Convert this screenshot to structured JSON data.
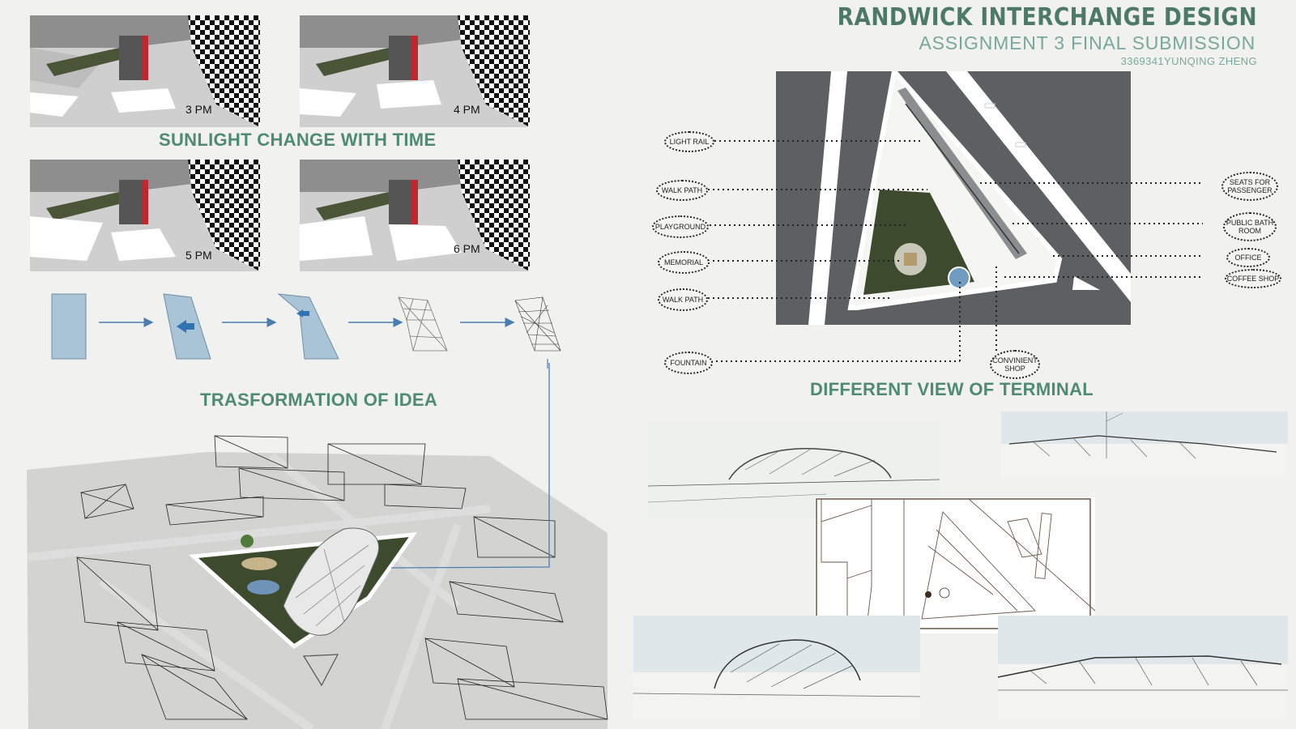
{
  "header": {
    "title": "RANDWICK INTERCHANGE DESIGN",
    "subtitle": "ASSIGNMENT 3 FINAL SUBMISSION",
    "author": "3369341YUNQING ZHENG"
  },
  "sunlight": {
    "heading": "SUNLIGHT CHANGE WITH TIME",
    "times": [
      "3 PM",
      "4 PM",
      "5 PM",
      "6 PM"
    ]
  },
  "transformation": {
    "heading": "TRASFORMATION OF IDEA"
  },
  "terminal": {
    "heading": "DIFFERENT VIEW OF TERMINAL",
    "labels": {
      "light_rail": "LIGHT RAIL",
      "walk_path_1": "WALK PATH",
      "playground": "PLAYGROUND",
      "memorial": "MEMORIAL",
      "walk_path_2": "WALK PATH",
      "fountain": "FOUNTAIN",
      "convenient_shop": "CONVINIENT SHOP",
      "seats": "SEATS FOR PASSENGER",
      "bathroom": "PUBLIC BATH ROOM",
      "office": "OFFICE",
      "coffee_shop": "COFFEE SHOP"
    }
  },
  "colors": {
    "heading_green": "#4f8a74",
    "accent_red": "#c0282d",
    "road_gray": "#5e5f61",
    "park_green": "#3e4a2d",
    "glass_blue": "#a9c4d6"
  }
}
